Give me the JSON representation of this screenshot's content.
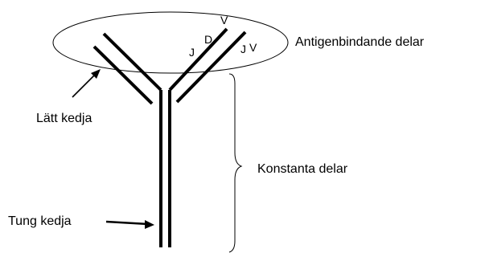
{
  "labels": {
    "antigen_binding": "Antigenbindande delar",
    "light_chain": "Lätt kedja",
    "constant": "Konstanta delar",
    "heavy_chain": "Tung kedja"
  },
  "segment_letters": {
    "j_left": "J",
    "d": "D",
    "v_top": "V",
    "j_right": "J",
    "v_right": "V"
  },
  "colors": {
    "line": "#000000",
    "background": "#ffffff"
  }
}
